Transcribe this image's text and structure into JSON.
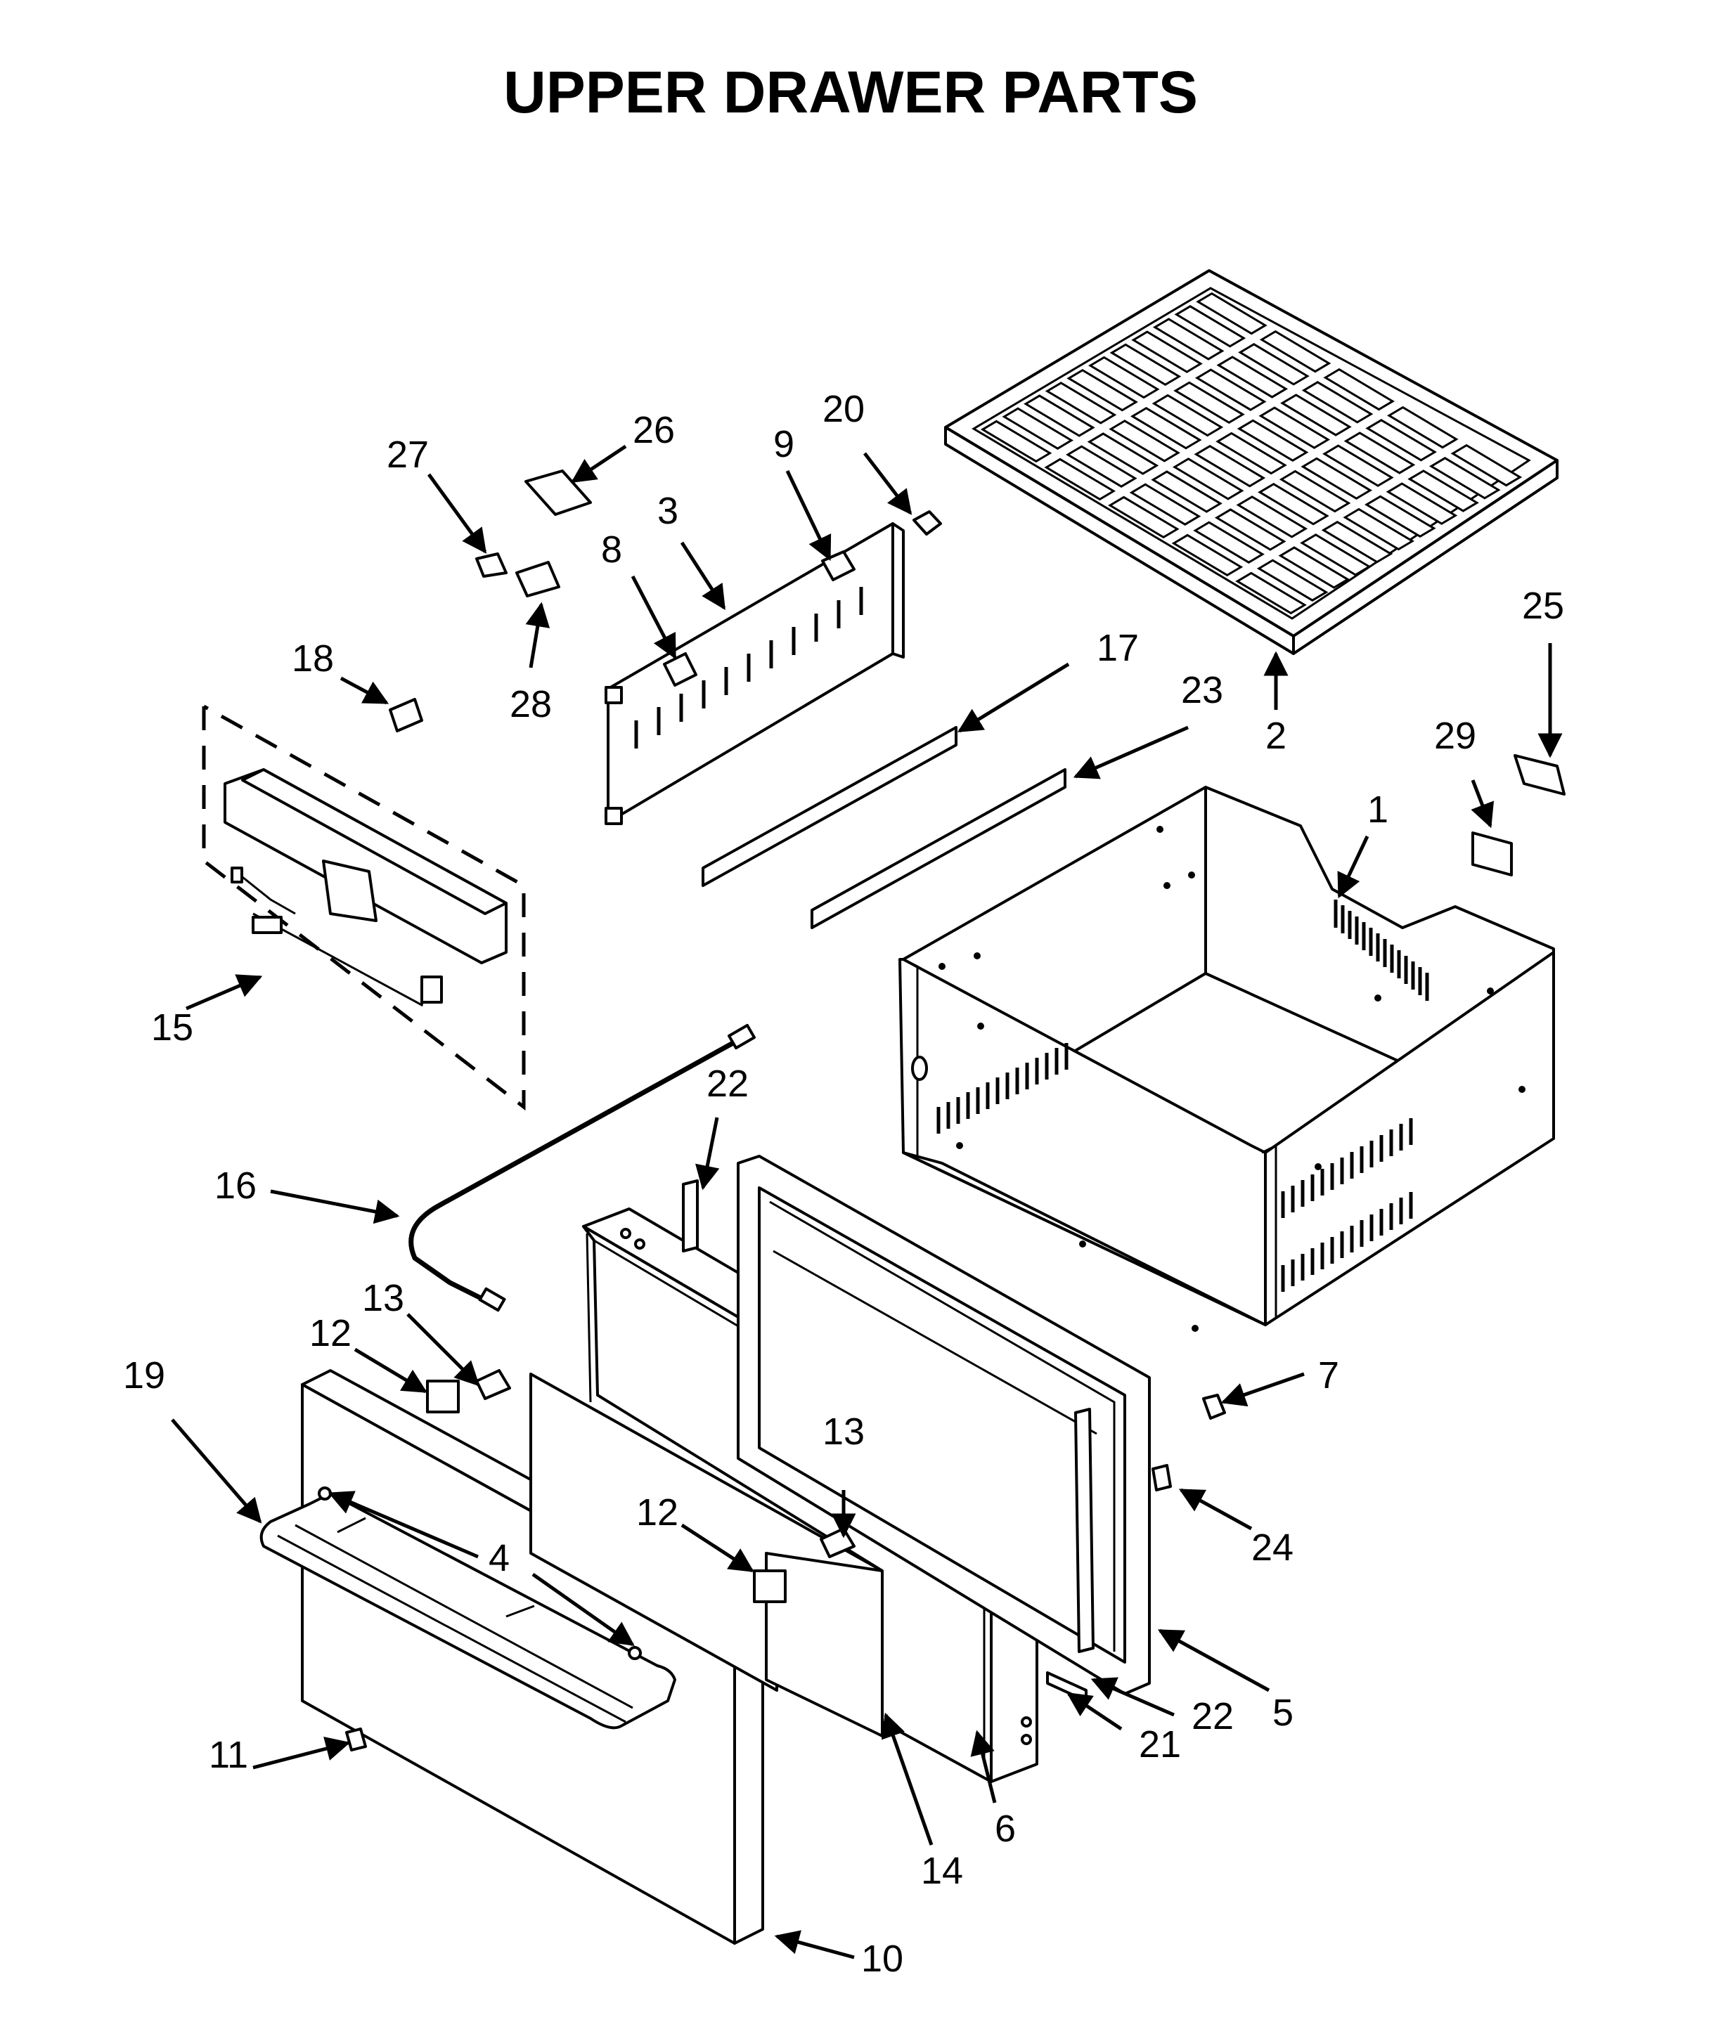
{
  "title": "UPPER DRAWER PARTS",
  "callouts": [
    "1",
    "2",
    "3",
    "4",
    "5",
    "6",
    "7",
    "8",
    "9",
    "10",
    "11",
    "12",
    "12",
    "13",
    "13",
    "14",
    "15",
    "16",
    "17",
    "18",
    "19",
    "20",
    "21",
    "22",
    "22",
    "23",
    "24",
    "25",
    "26",
    "27",
    "28",
    "29"
  ]
}
